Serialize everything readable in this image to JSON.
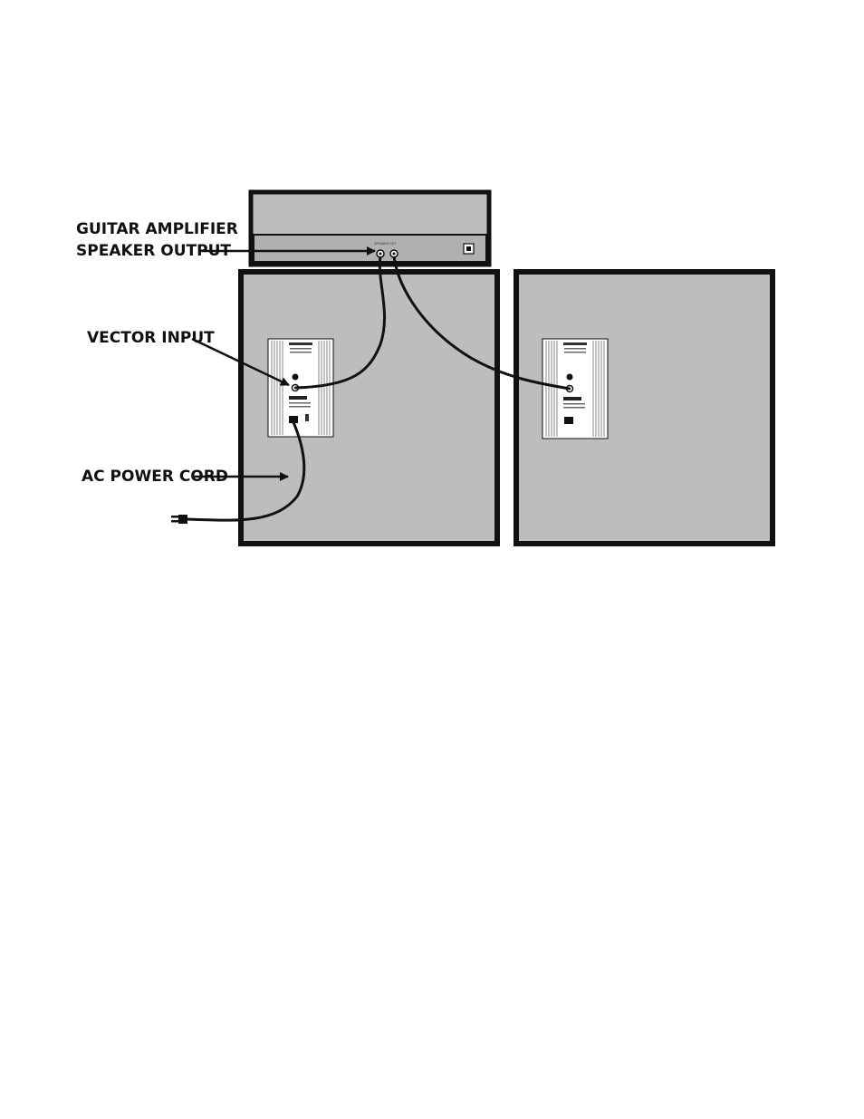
{
  "labels": {
    "guitar_amp_line1": "GUITAR AMPLIFIER",
    "guitar_amp_line2": "SPEAKER OUTPUT",
    "vector_input": "VECTOR INPUT",
    "ac_power_cord": "AC POWER CORD",
    "speaker_out_panel": "SPEAKER OUT"
  },
  "colors": {
    "cabinet_fill": "#bdbdbd",
    "outline": "#111111",
    "panel_fill": "#ffffff"
  },
  "icons": {
    "plug": "power-plug-icon",
    "jack": "jack-icon"
  }
}
